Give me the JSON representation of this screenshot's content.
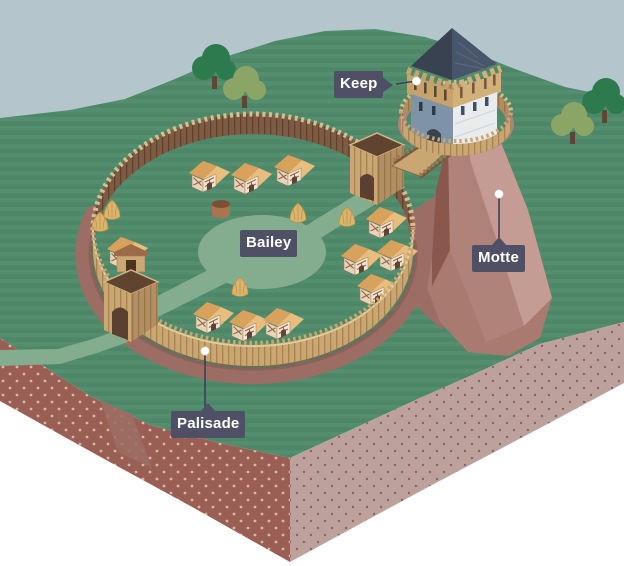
{
  "labels": {
    "keep": "Keep",
    "bailey": "Bailey",
    "motte": "Motte",
    "palisade": "Palisade"
  },
  "colors": {
    "label_background": "#4f4f66",
    "label_text": "#ffffff",
    "marker_dot": "#ffffff",
    "sky": "#b4c6cb",
    "grass": "#4d8768",
    "grass_stripe": "#538e6e",
    "path_green": "#84ad90",
    "ditch_earth": "#9c6d64",
    "soil_left_face": "#9a5f54",
    "soil_right_face": "#bda19c",
    "timber_light": "#c9a672",
    "timber_dark": "#7d5b44",
    "roof_thatch": "#d9a25c",
    "keep_roof_slate": "#394251",
    "keep_wall_white": "#e9ebec",
    "keep_wall_shaded": "#7e94a6",
    "motte_earth": "#a87a70",
    "tree_dark_green": "#2d7a4e",
    "tree_olive": "#8ba566"
  },
  "scene_parts": [
    "keep-tower",
    "bailey-courtyard",
    "motte-mound",
    "palisade-wall",
    "ditch",
    "gatehouses",
    "timber-huts",
    "haystacks",
    "well",
    "trees",
    "earth-cross-section"
  ]
}
